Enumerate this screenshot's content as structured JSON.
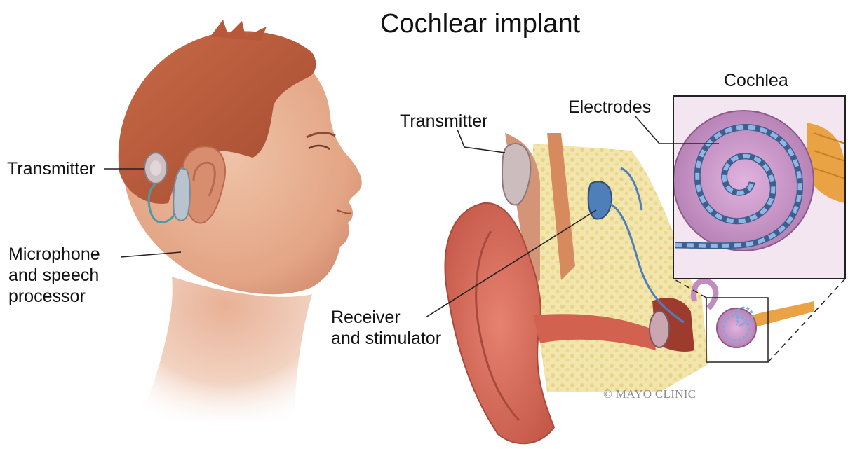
{
  "title": "Cochlear implant",
  "labels": {
    "transmitter_left": "Transmitter",
    "microphone": "Microphone\nand speech\nprocessor",
    "transmitter_right": "Transmitter",
    "electrodes": "Electrodes",
    "cochlea": "Cochlea",
    "receiver": "Receiver\nand stimulator"
  },
  "credit": "© MAYO CLINIC",
  "colors": {
    "skin": "#e3a585",
    "hair": "#b8583a",
    "ear_red": "#cf6655",
    "bone": "#f0e2a8",
    "cochlea_purple": "#c88cc6",
    "electrode_blue": "#7ea9dc",
    "device_gray": "#c8bcbc",
    "nerve_orange": "#eaa344"
  }
}
